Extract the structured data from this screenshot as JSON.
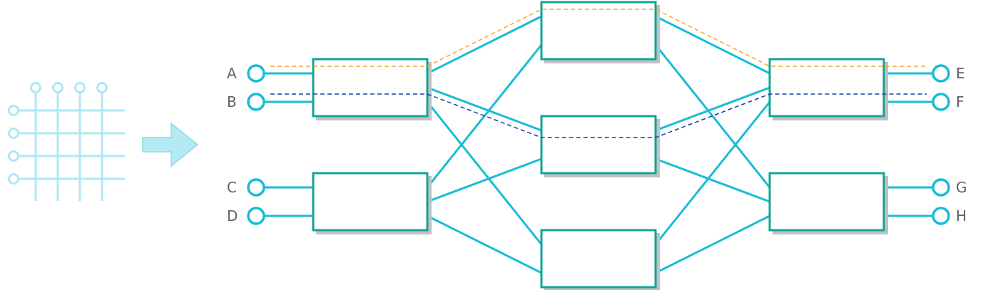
{
  "colors": {
    "crossbar": "#aee8f3",
    "arrow_fill": "#b3ebf5",
    "arrow_stroke": "#8fd9e8",
    "link": "#17bcd6",
    "box_stroke": "#13a396",
    "box_shadow": "#c1c1c1",
    "path_orange": "#f5a623",
    "path_blue": "#1a3ea8",
    "label": "#5f6368"
  },
  "ports": {
    "inputs": [
      "A",
      "B",
      "C",
      "D"
    ],
    "outputs": [
      "E",
      "F",
      "G",
      "H"
    ]
  },
  "icons": {
    "crossbar": "crossbar-switch-icon",
    "arrow": "right-arrow-icon"
  },
  "diagram": {
    "type": "clos-network",
    "stages": 3,
    "switches_per_stage": [
      2,
      3,
      2
    ],
    "highlighted_paths": [
      {
        "from": "A",
        "to": "E",
        "color": "orange",
        "via_middle_switch": 1
      },
      {
        "from": "B",
        "to": "F",
        "color": "blue",
        "via_middle_switch": 2
      }
    ]
  }
}
